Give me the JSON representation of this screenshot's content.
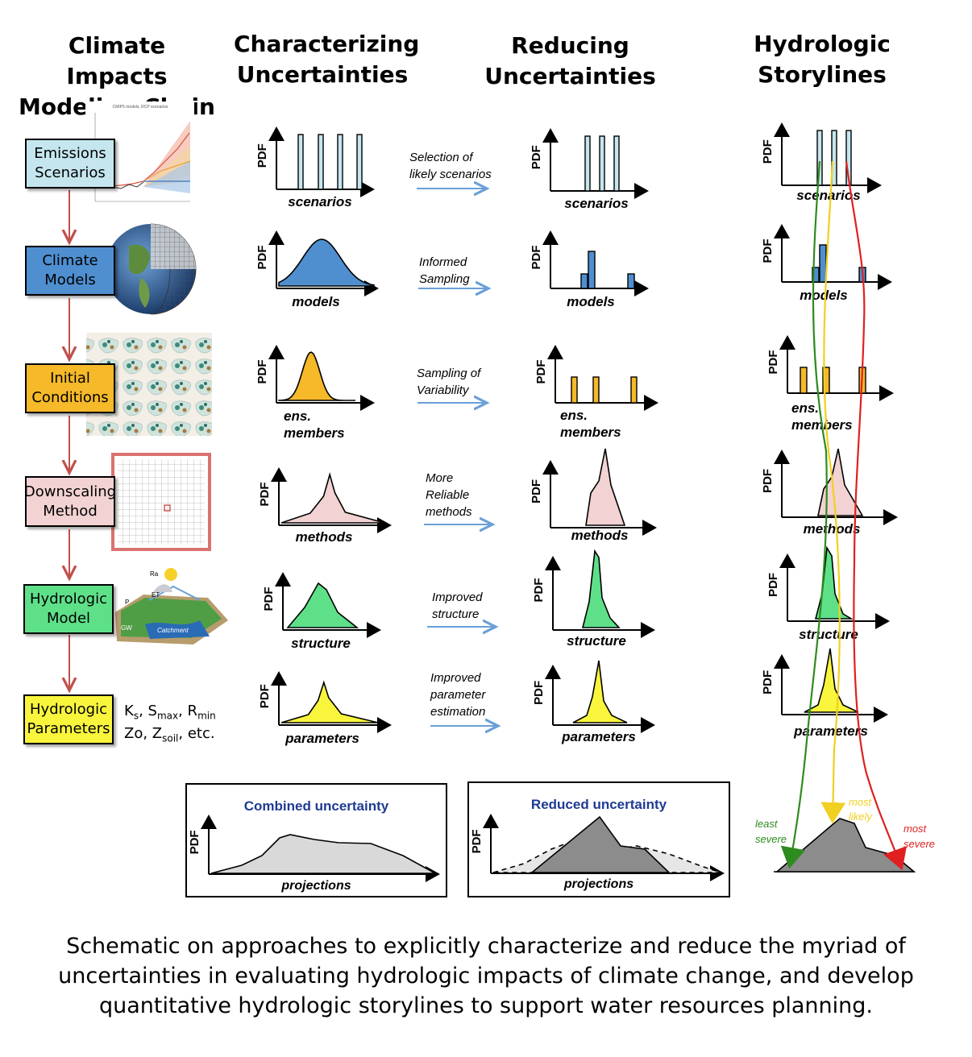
{
  "headings": {
    "chain": "Climate Impacts\nModeling Chain",
    "characterizing": "Characterizing\nUncertainties",
    "reducing": "Reducing\nUncertainties",
    "storylines": "Hydrologic\nStorylines"
  },
  "chain_steps": [
    {
      "label": "Emissions\nScenarios",
      "color": "#c5e6ee"
    },
    {
      "label": "Climate\nModels",
      "color": "#4f8fd0"
    },
    {
      "label": "Initial\nConditions",
      "color": "#f5b929"
    },
    {
      "label": "Downscaling\nMethod",
      "color": "#f2d2d2"
    },
    {
      "label": "Hydrologic\nModel",
      "color": "#5ee089"
    },
    {
      "label": "Hydrologic\nParameters",
      "color": "#f9f53d"
    }
  ],
  "parameter_list": {
    "line1": [
      "K",
      "s",
      ", S",
      "max",
      ", R",
      "min"
    ],
    "line2": [
      "Zo, Z",
      "soil",
      ", etc."
    ]
  },
  "axis_label": "PDF",
  "row_labels": [
    "scenarios",
    "models",
    "ens.\nmembers",
    "methods",
    "structure",
    "parameters"
  ],
  "storyline_row_labels": [
    "scenarios",
    "models",
    "ens.\nmembers",
    "methods",
    "structure",
    "parameters"
  ],
  "reduction_steps": [
    "Selection of\nlikely scenarios",
    "Informed\nSampling",
    "Sampling of\nVariability",
    "More\nReliable\nmethods",
    "Improved\nstructure",
    "Improved\nparameter\nestimation"
  ],
  "combined_panel": {
    "title": "Combined uncertainty",
    "xlabel": "projections",
    "ylabel": "PDF"
  },
  "reduced_panel": {
    "title": "Reduced uncertainty",
    "xlabel": "projections",
    "ylabel": "PDF"
  },
  "outcomes": {
    "least": "least\nsevere",
    "likely": "most\nlikely",
    "most": "most\nsevere"
  },
  "colors": {
    "arrow_chain": "#c0504d",
    "arrow_reduce": "#6a9fd8",
    "title_blue": "#1f3a93",
    "least": "#2e8b1f",
    "likely": "#f0d020",
    "most": "#e02020"
  },
  "caption": "Schematic on approaches to explicitly characterize and reduce the myriad of\nuncertainties in evaluating hydrologic impacts of climate change, and develop\nquantitative hydrologic storylines to support water resources planning."
}
